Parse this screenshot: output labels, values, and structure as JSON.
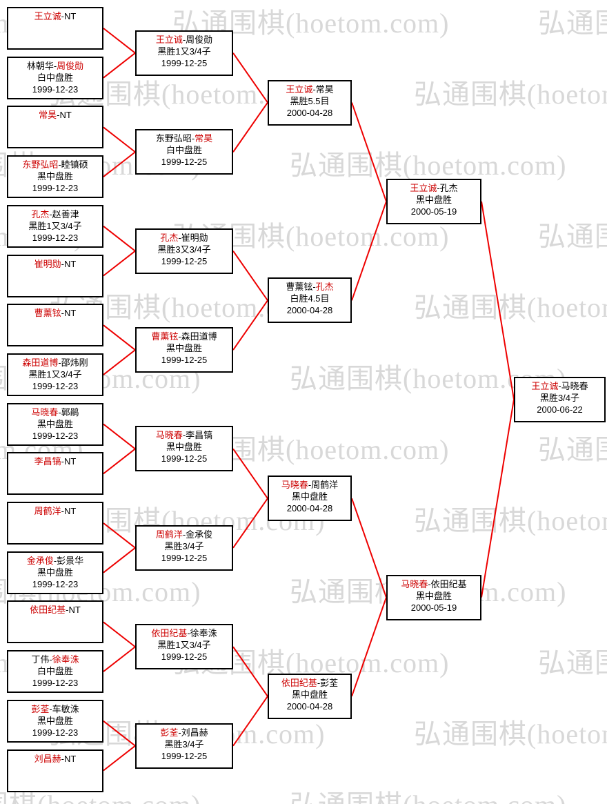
{
  "watermark": {
    "text": "弘通围棋(hoetom.com)",
    "color": "#d8d8d8"
  },
  "colors": {
    "winner_text": "#cc0000",
    "connector_line": "#ee0000",
    "box_border": "#000000",
    "box_background": "#ffffff",
    "text": "#000000"
  },
  "bye_label": "NT",
  "bracket": {
    "rounds": [
      {
        "name": "round-1",
        "matches": [
          {
            "p1": "王立诚",
            "p2": "NT",
            "winner": "p1",
            "result": "",
            "date": ""
          },
          {
            "p1": "林朝华",
            "p2": "周俊勋",
            "winner": "p2",
            "result": "白中盘胜",
            "date": "1999-12-23"
          },
          {
            "p1": "常昊",
            "p2": "NT",
            "winner": "p1",
            "result": "",
            "date": ""
          },
          {
            "p1": "东野弘昭",
            "p2": "睦镇硕",
            "winner": "p1",
            "result": "黑中盘胜",
            "date": "1999-12-23"
          },
          {
            "p1": "孔杰",
            "p2": "赵善津",
            "winner": "p1",
            "result": "黑胜1又3/4子",
            "date": "1999-12-23"
          },
          {
            "p1": "崔明勋",
            "p2": "NT",
            "winner": "p1",
            "result": "",
            "date": ""
          },
          {
            "p1": "曹薰铉",
            "p2": "NT",
            "winner": "p1",
            "result": "",
            "date": ""
          },
          {
            "p1": "森田道博",
            "p2": "邵炜刚",
            "winner": "p1",
            "result": "黑胜1又3/4子",
            "date": "1999-12-23"
          },
          {
            "p1": "马晓春",
            "p2": "郭鹃",
            "winner": "p1",
            "result": "黑中盘胜",
            "date": "1999-12-23"
          },
          {
            "p1": "李昌镐",
            "p2": "NT",
            "winner": "p1",
            "result": "",
            "date": ""
          },
          {
            "p1": "周鹤洋",
            "p2": "NT",
            "winner": "p1",
            "result": "",
            "date": ""
          },
          {
            "p1": "金承俊",
            "p2": "彭景华",
            "winner": "p1",
            "result": "黑中盘胜",
            "date": "1999-12-23"
          },
          {
            "p1": "依田纪基",
            "p2": "NT",
            "winner": "p1",
            "result": "",
            "date": ""
          },
          {
            "p1": "丁伟",
            "p2": "徐奉洙",
            "winner": "p2",
            "result": "白中盘胜",
            "date": "1999-12-23"
          },
          {
            "p1": "彭荃",
            "p2": "车敏洙",
            "winner": "p1",
            "result": "黑中盘胜",
            "date": "1999-12-23"
          },
          {
            "p1": "刘昌赫",
            "p2": "NT",
            "winner": "p1",
            "result": "",
            "date": ""
          }
        ]
      },
      {
        "name": "round-2",
        "matches": [
          {
            "p1": "王立诚",
            "p2": "周俊勋",
            "winner": "p1",
            "result": "黑胜1又3/4子",
            "date": "1999-12-25"
          },
          {
            "p1": "东野弘昭",
            "p2": "常昊",
            "winner": "p2",
            "result": "白中盘胜",
            "date": "1999-12-25"
          },
          {
            "p1": "孔杰",
            "p2": "崔明勋",
            "winner": "p1",
            "result": "黑胜3又3/4子",
            "date": "1999-12-25"
          },
          {
            "p1": "曹薰铉",
            "p2": "森田道博",
            "winner": "p1",
            "result": "黑中盘胜",
            "date": "1999-12-25"
          },
          {
            "p1": "马晓春",
            "p2": "李昌镐",
            "winner": "p1",
            "result": "黑中盘胜",
            "date": "1999-12-25"
          },
          {
            "p1": "周鹤洋",
            "p2": "金承俊",
            "winner": "p1",
            "result": "黑胜3/4子",
            "date": "1999-12-25"
          },
          {
            "p1": "依田纪基",
            "p2": "徐奉洙",
            "winner": "p1",
            "result": "黑胜1又3/4子",
            "date": "1999-12-25"
          },
          {
            "p1": "彭荃",
            "p2": "刘昌赫",
            "winner": "p1",
            "result": "黑胜3/4子",
            "date": "1999-12-25"
          }
        ]
      },
      {
        "name": "quarterfinals",
        "matches": [
          {
            "p1": "王立诚",
            "p2": "常昊",
            "winner": "p1",
            "result": "黑胜5.5目",
            "date": "2000-04-28"
          },
          {
            "p1": "曹薰铉",
            "p2": "孔杰",
            "winner": "p2",
            "result": "白胜4.5目",
            "date": "2000-04-28"
          },
          {
            "p1": "马晓春",
            "p2": "周鹤洋",
            "winner": "p1",
            "result": "黑中盘胜",
            "date": "2000-04-28"
          },
          {
            "p1": "依田纪基",
            "p2": "彭荃",
            "winner": "p1",
            "result": "黑中盘胜",
            "date": "2000-04-28"
          }
        ]
      },
      {
        "name": "semifinals",
        "matches": [
          {
            "p1": "王立诚",
            "p2": "孔杰",
            "winner": "p1",
            "result": "黑中盘胜",
            "date": "2000-05-19"
          },
          {
            "p1": "马晓春",
            "p2": "依田纪基",
            "winner": "p1",
            "result": "黑中盘胜",
            "date": "2000-05-19"
          }
        ]
      },
      {
        "name": "final",
        "matches": [
          {
            "p1": "王立诚",
            "p2": "马晓春",
            "winner": "p1",
            "result": "黑胜3/4子",
            "date": "2000-06-22"
          }
        ]
      }
    ]
  }
}
